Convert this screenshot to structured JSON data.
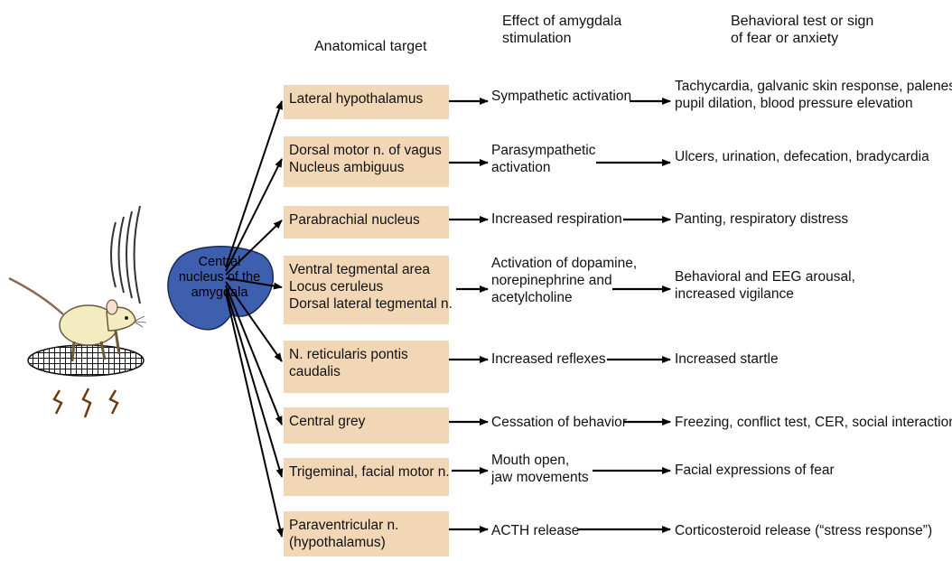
{
  "headers": {
    "anatomical_target": "Anatomical target",
    "effect": [
      "Effect of amygdala",
      "stimulation"
    ],
    "behavior": [
      "Behavioral test or sign",
      "of fear or anxiety"
    ]
  },
  "nucleus_label": [
    "Central",
    "nucleus of the",
    "amygdala"
  ],
  "rows": [
    {
      "target": [
        "Lateral hypothalamus"
      ],
      "effect": [
        "Sympathetic activation"
      ],
      "behavior": [
        "Tachycardia, galvanic skin response, paleness,",
        "pupil dilation, blood pressure elevation"
      ]
    },
    {
      "target": [
        "Dorsal motor n. of vagus",
        "Nucleus ambiguus"
      ],
      "effect": [
        "Parasympathetic",
        "activation"
      ],
      "behavior": [
        "Ulcers, urination, defecation, bradycardia"
      ]
    },
    {
      "target": [
        "Parabrachial nucleus"
      ],
      "effect": [
        "Increased respiration"
      ],
      "behavior": [
        "Panting, respiratory distress"
      ]
    },
    {
      "target": [
        "Ventral tegmental area",
        "Locus ceruleus",
        "Dorsal lateral tegmental n."
      ],
      "effect": [
        "Activation of dopamine,",
        "norepinephrine and",
        "acetylcholine"
      ],
      "behavior": [
        "Behavioral and EEG arousal,",
        "increased vigilance"
      ]
    },
    {
      "target": [
        "N. reticularis pontis",
        "caudalis"
      ],
      "effect": [
        "Increased reflexes"
      ],
      "behavior": [
        "Increased startle"
      ]
    },
    {
      "target": [
        "Central grey"
      ],
      "effect": [
        "Cessation of behavior"
      ],
      "behavior": [
        "Freezing, conflict test, CER, social interaction"
      ]
    },
    {
      "target": [
        "Trigeminal, facial motor n."
      ],
      "effect": [
        "Mouth open,",
        "jaw movements"
      ],
      "behavior": [
        "Facial expressions of fear"
      ]
    },
    {
      "target": [
        "Paraventricular n.",
        "(hypothalamus)"
      ],
      "effect": [
        "ACTH release"
      ],
      "behavior": [
        "Corticosteroid release (“stress response”)"
      ]
    }
  ],
  "colors": {
    "target_box": "#f1d7b5",
    "nucleus_fill": "#3d5fae",
    "arrow": "#000000"
  }
}
